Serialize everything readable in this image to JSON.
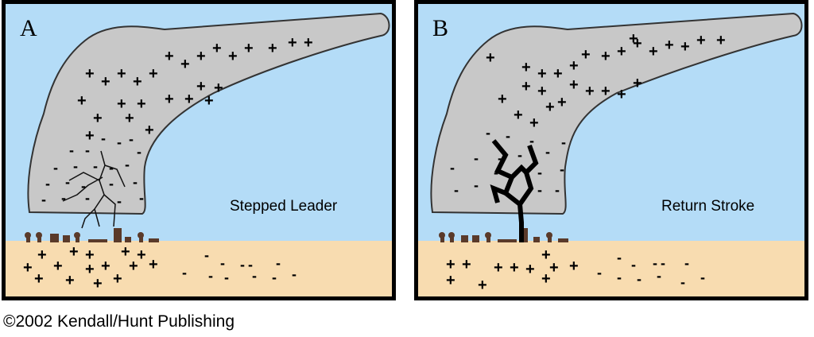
{
  "panels": [
    {
      "letter": "A",
      "caption": "Stepped Leader"
    },
    {
      "letter": "B",
      "caption": "Return Stroke"
    }
  ],
  "copyright": "©2002 Kendall/Hunt Publishing",
  "colors": {
    "sky": "#b4dcf7",
    "cloud": "#c8c8c8",
    "ground": "#f8dcb0",
    "building": "#5a3a2a",
    "charge": "#000000"
  }
}
